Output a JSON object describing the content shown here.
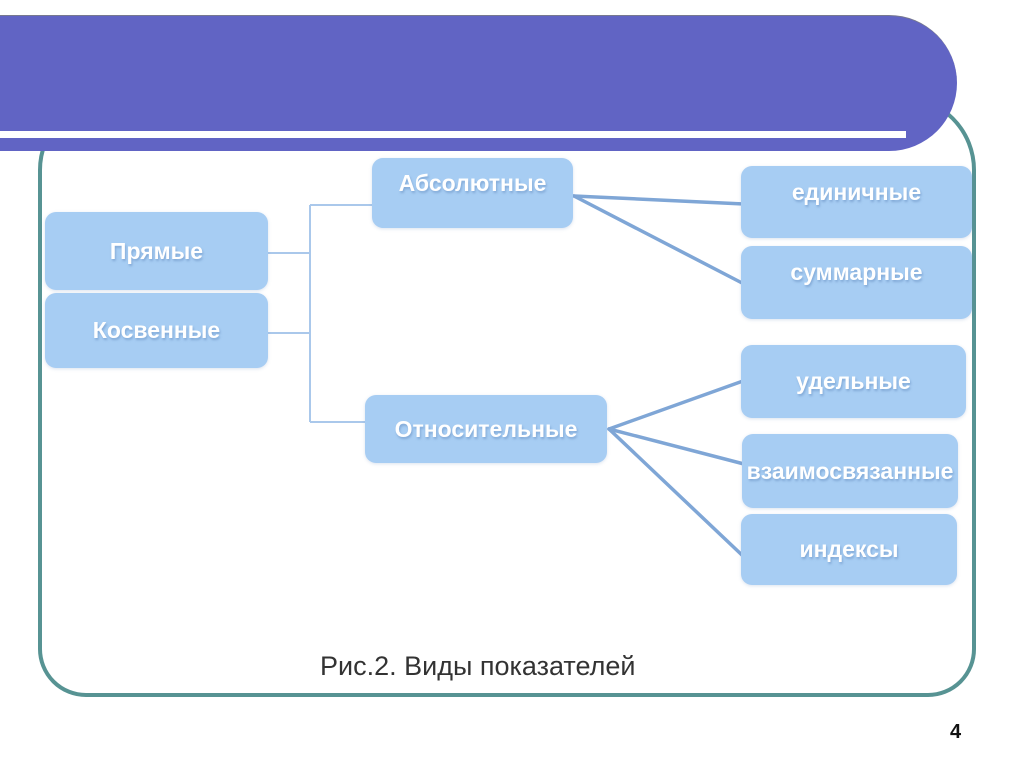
{
  "slide": {
    "caption": "Рис.2. Виды показателей",
    "page_number": "4"
  },
  "diagram": {
    "nodes": [
      {
        "id": "pryamye",
        "label": "Прямые"
      },
      {
        "id": "kosvennye",
        "label": "Косвенные"
      },
      {
        "id": "absolyutnye",
        "label": "Абсолютные"
      },
      {
        "id": "otnositelnye",
        "label": "Относительные"
      },
      {
        "id": "edinichnye",
        "label": "единичные"
      },
      {
        "id": "summarnye",
        "label": "суммарные"
      },
      {
        "id": "udelnye",
        "label": "удельные"
      },
      {
        "id": "vzaimosvyazannye",
        "label": "взаимосвязанные"
      },
      {
        "id": "indeksy",
        "label": "индексы"
      }
    ],
    "edges": [
      {
        "from": "pryamye",
        "to": "bracket"
      },
      {
        "from": "kosvennye",
        "to": "bracket"
      },
      {
        "from": "bracket",
        "to": "absolyutnye"
      },
      {
        "from": "bracket",
        "to": "otnositelnye"
      },
      {
        "from": "absolyutnye",
        "to": "edinichnye"
      },
      {
        "from": "absolyutnye",
        "to": "summarnye"
      },
      {
        "from": "otnositelnye",
        "to": "udelnye"
      },
      {
        "from": "otnositelnye",
        "to": "vzaimosvyazannye"
      },
      {
        "from": "otnositelnye",
        "to": "indeksy"
      }
    ]
  },
  "colors": {
    "header_purple": "#6164c4",
    "header_underline": "#ffffff",
    "frame_teal": "#579393",
    "node_fill": "#a7cdf3",
    "node_text": "#ffffff",
    "connector_thin": "#aac8eb",
    "connector_thick": "#7fa6d6",
    "caption_text": "#333333"
  }
}
